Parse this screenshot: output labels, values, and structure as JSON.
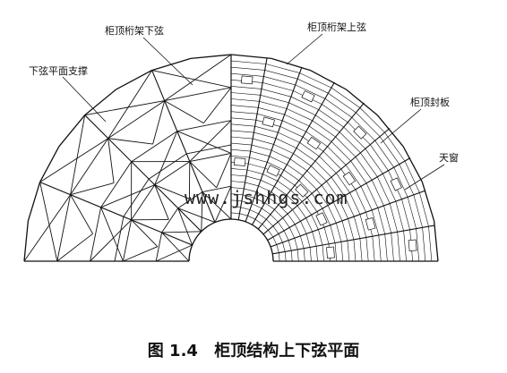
{
  "figure": {
    "labels": {
      "lower_chord_brace": "下弦平面支撑",
      "truss_lower_chord": "柜顶桁架下弦",
      "truss_upper_chord": "柜顶桁架上弦",
      "roof_panel": "柜顶封板",
      "skylight": "天窗"
    },
    "watermark": "www.jshhgs.com",
    "caption": {
      "number": "图 1.4",
      "title": "柜顶结构上下弦平面"
    }
  }
}
